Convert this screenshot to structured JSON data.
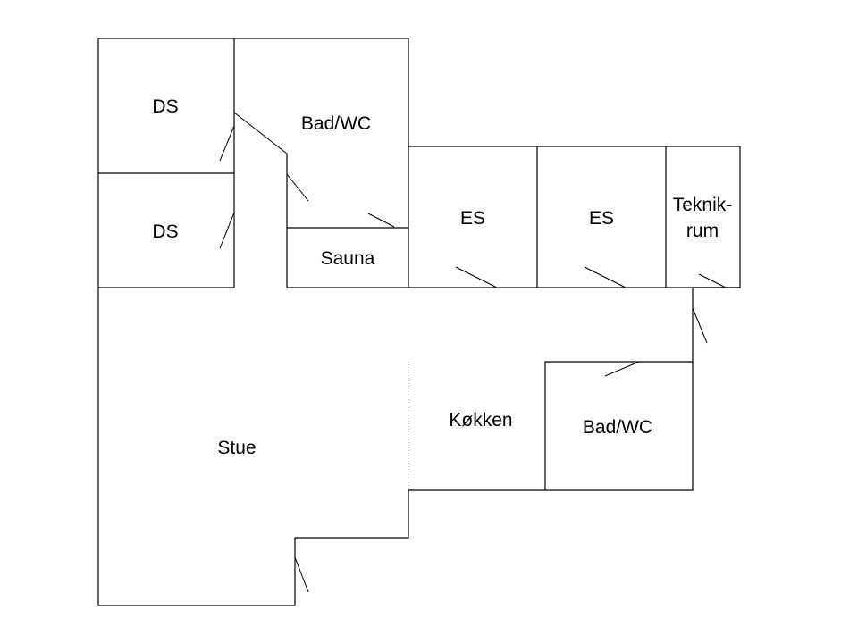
{
  "plan": {
    "rooms": {
      "ds_upper": "DS",
      "ds_lower": "DS",
      "bad_wc_upper": "Bad/WC",
      "sauna": "Sauna",
      "es_left": "ES",
      "es_right": "ES",
      "teknikrum_line1": "Teknik-",
      "teknikrum_line2": "rum",
      "stue": "Stue",
      "kokken": "Køkken",
      "bad_wc_lower": "Bad/WC"
    }
  }
}
